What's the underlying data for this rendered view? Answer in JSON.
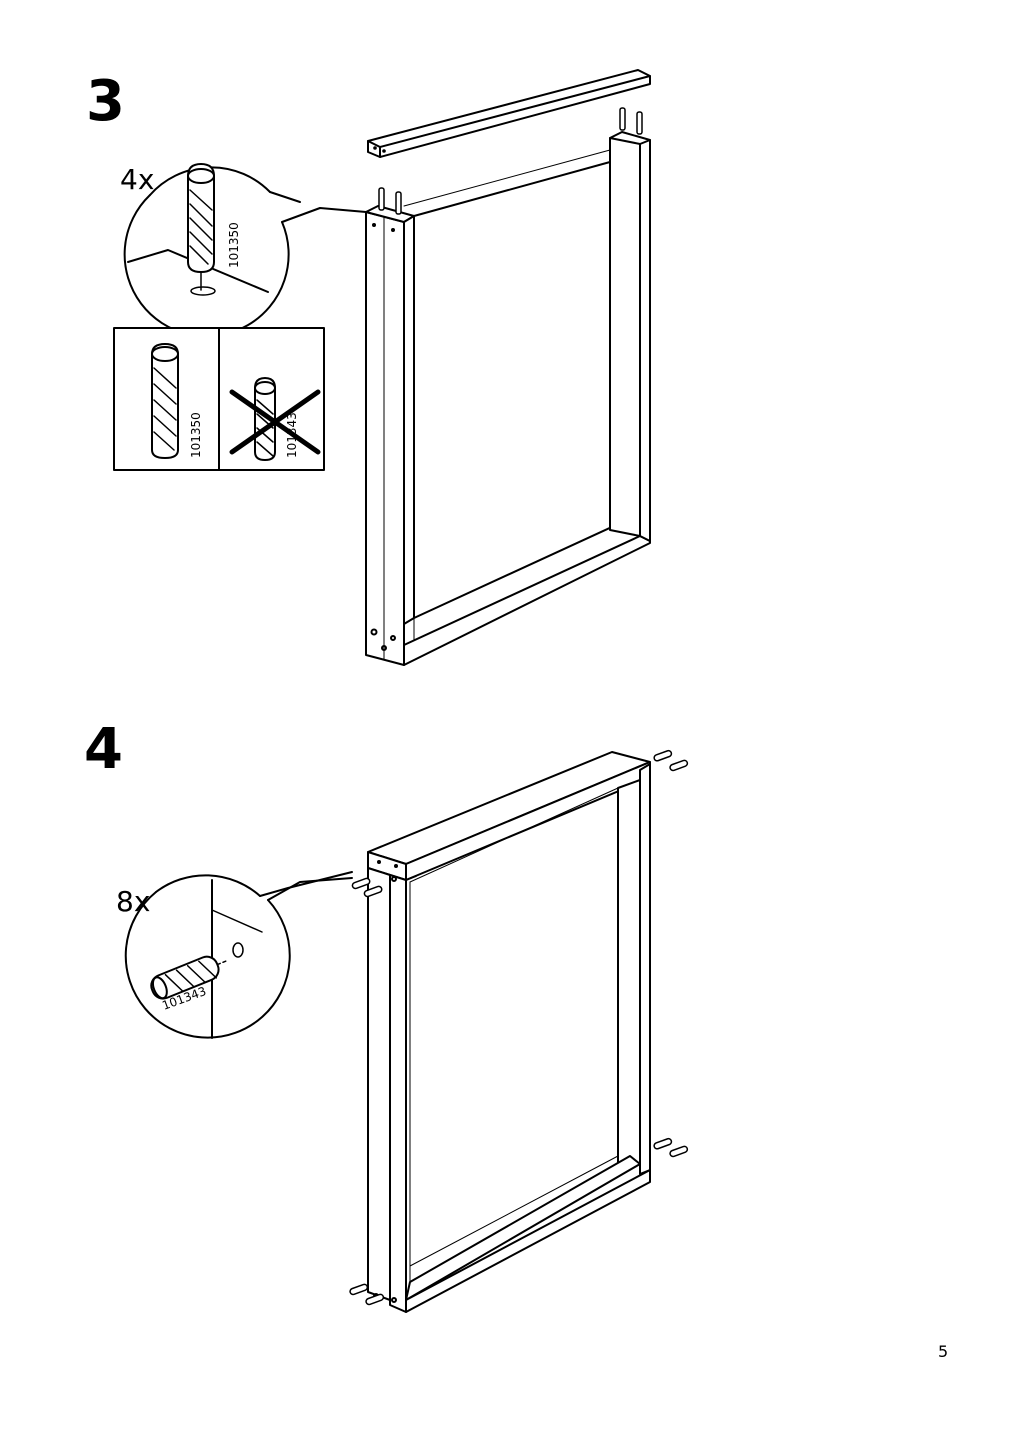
{
  "steps": [
    {
      "number": "3",
      "quantity": "4x",
      "part_number": "101350",
      "correct_part": "101350",
      "wrong_part": "101343"
    },
    {
      "number": "4",
      "quantity": "8x",
      "part_number": "101343"
    }
  ],
  "page_number": "5"
}
